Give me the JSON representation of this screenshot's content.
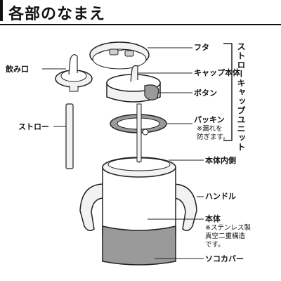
{
  "title": "各部のなまえ",
  "labels": {
    "futa": "フタ",
    "nomikuchi": "飲み口",
    "cap_body": "キャップ本体",
    "button": "ボタン",
    "straw": "ストロー",
    "packing": "パッキン",
    "packing_note": "※漏れを\n防ぎます。",
    "body_inner": "本体内側",
    "handle": "ハンドル",
    "body": "本体",
    "body_note": "※ステンレス製\n真空二重構造\nです。",
    "bottom_cover": "ソコカバー"
  },
  "group_label": "ストローキャップユニット",
  "colors": {
    "line": "#222222",
    "light_fill": "#f2f2f2",
    "mid_fill": "#cfcfcf",
    "cover_fill": "#9a9a9a"
  }
}
